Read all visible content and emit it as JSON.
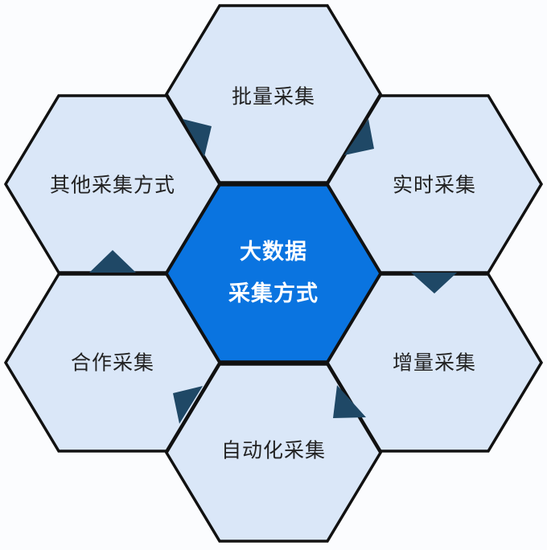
{
  "diagram": {
    "title_lines": [
      "大数据",
      "采集方式"
    ],
    "center": {
      "label_line1": "大数据",
      "label_line2": "采集方式",
      "fill": "#0a74e0",
      "text_color": "#ffffff"
    },
    "nodes": [
      {
        "id": "top",
        "label": "批量采集"
      },
      {
        "id": "upper-right",
        "label": "实时采集"
      },
      {
        "id": "lower-right",
        "label": "增量采集"
      },
      {
        "id": "bottom",
        "label": "自动化采集"
      },
      {
        "id": "lower-left",
        "label": "合作采集"
      },
      {
        "id": "upper-left",
        "label": "其他采集方式"
      }
    ],
    "flow_order": [
      "批量采集",
      "实时采集",
      "增量采集",
      "自动化采集",
      "合作采集",
      "其他采集方式"
    ],
    "colors": {
      "node_fill": "#dae7f8",
      "stroke": "#111111",
      "wedge": "#1f4866",
      "background": "#ffffff"
    }
  }
}
